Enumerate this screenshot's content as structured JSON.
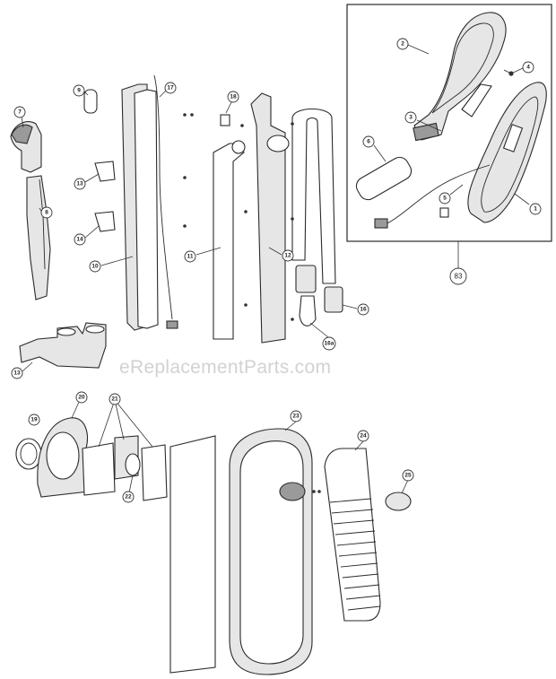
{
  "watermark": "eReplacementParts.com",
  "callouts": {
    "c1": "1",
    "c2": "2",
    "c3": "3",
    "c4": "4",
    "c5": "5",
    "c6": "6",
    "c7": "7",
    "c8": "8",
    "c9": "9",
    "c10": "10",
    "c11": "11",
    "c12": "12",
    "c13a": "13",
    "c13b": "13",
    "c14": "14",
    "c16": "16",
    "c16a": "16a",
    "c17": "17",
    "c18": "18",
    "c19": "19",
    "c20": "20",
    "c21": "21",
    "c22": "22",
    "c23": "23",
    "c24": "24",
    "c25": "25",
    "c83": "83"
  }
}
